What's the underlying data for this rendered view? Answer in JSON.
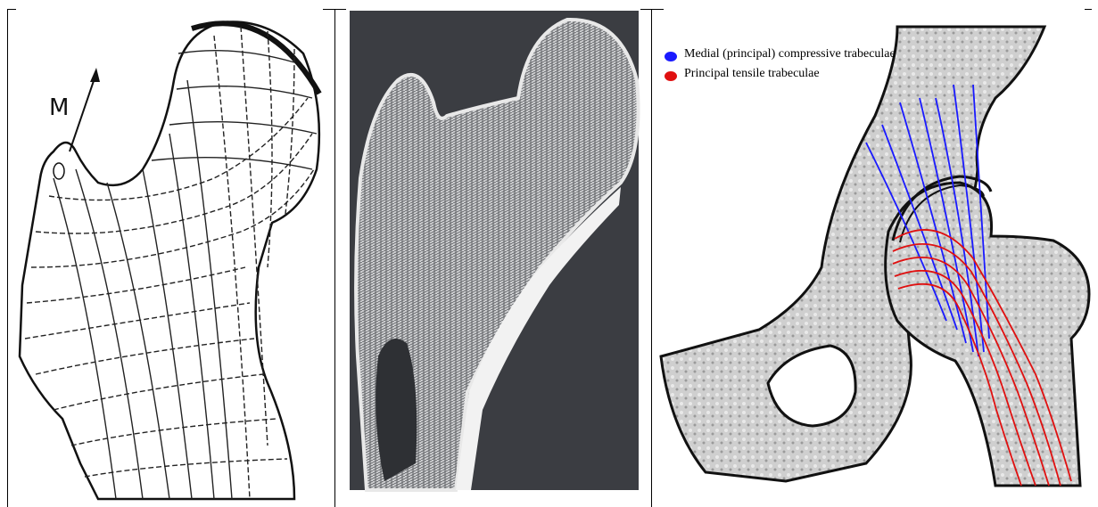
{
  "figure": {
    "panels": [
      {
        "name": "Trajectorial diagram",
        "label": "M"
      },
      {
        "name": "Trabecular bone section"
      },
      {
        "name": "Hip joint trabeculae"
      }
    ]
  },
  "legend": {
    "items": [
      {
        "label": "Medial (principal) compressive trabeculae",
        "color": "#1a1aff"
      },
      {
        "label": "Principal tensile trabeculae",
        "color": "#e01010"
      }
    ]
  },
  "colors": {
    "compressive": "#1a1aff",
    "tensile": "#e01010",
    "bone_section_bg": "#3b3d42"
  }
}
